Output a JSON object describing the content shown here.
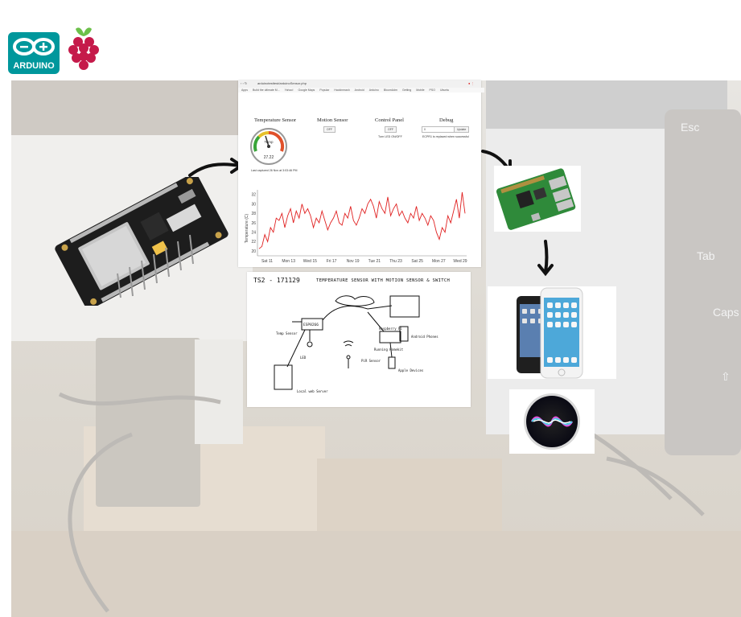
{
  "browser": {
    "url": "arduinotesttest/arduinoSensor.php",
    "bookmarks": [
      "Apps",
      "Build the ultimate M...",
      "Yahoo!",
      "Google Maps",
      "Popular",
      "Hackinmash",
      "Android",
      "Arduino",
      "BloomAdm",
      "Getting",
      "Mobile",
      "PSO",
      "Ubuntu"
    ]
  },
  "dashboard": {
    "temperature_title": "Temperature Sensor",
    "motion_title": "Motion Sensor",
    "control_title": "Control Panel",
    "debug_title": "Debug",
    "gauge_label": "Temp",
    "gauge_value": "27.22",
    "last_captured": "Last captured 26 Nov at 3:03:46 PM",
    "motion_value": "OFF",
    "control_button": "OFF",
    "control_caption": "Turn LED ON/OFF",
    "debug_input": "0",
    "debug_button": "Update",
    "debug_caption": "ECPR1 is replaced when successful"
  },
  "chart_data": {
    "type": "line",
    "ylabel": "Temperature (C)",
    "ylim": [
      19,
      33
    ],
    "yticks": [
      "32",
      "30",
      "28",
      "26",
      "24",
      "22",
      "20"
    ],
    "categories": [
      "Sat 11",
      "Mon 13",
      "Wed 15",
      "Fri 17",
      "Nov 19",
      "Tue 21",
      "Thu 23",
      "Sat 25",
      "Mon 27",
      "Wed 29"
    ],
    "series": [
      {
        "color": "#e02020",
        "values": [
          20.5,
          21.0,
          23.5,
          22.0,
          25.0,
          24.0,
          27.0,
          26.5,
          28.0,
          25.0,
          27.5,
          29.0,
          26.0,
          28.5,
          27.0,
          30.0,
          28.0,
          29.0,
          27.5,
          25.0,
          27.0,
          26.0,
          28.5,
          26.5,
          24.5,
          26.0,
          27.0,
          28.5,
          26.0,
          25.5,
          28.0,
          27.0,
          29.5,
          26.5,
          25.5,
          27.0,
          29.0,
          28.0,
          30.0,
          31.0,
          29.5,
          27.0,
          30.5,
          29.0,
          28.0,
          31.5,
          27.5,
          29.0,
          30.0,
          27.5,
          28.5,
          27.0,
          26.0,
          28.0,
          27.0,
          29.5,
          26.5,
          28.0,
          27.0,
          25.5,
          27.5,
          26.5,
          24.0,
          22.5,
          25.0,
          24.0,
          27.5,
          26.0,
          28.5,
          31.0,
          27.0,
          32.5,
          28.0
        ]
      }
    ]
  },
  "sketch": {
    "header_left": "TS2 - 171129",
    "header_title": "TEMPERATURE SENSOR WITH MOTION SENSOR & SWITCH",
    "labels": {
      "esp": "ESP8266",
      "temp_sensor": "Temp Sensor",
      "led": "LED",
      "pir": "PiR Sensor",
      "raspberry": "Raspberry Pi",
      "homebridge": "Running Homekit",
      "android": "Android Phones",
      "apple": "Apple Devices",
      "local_web": "Local web Server"
    }
  },
  "colors": {
    "arduino_teal": "#00979c",
    "raspberry_red": "#c51a4a",
    "leaf_green": "#6cc04a",
    "chart_red": "#e02020"
  },
  "icons": [
    "arduino-logo-icon",
    "raspberry-pi-logo-icon",
    "nodemcu-board-icon",
    "raspberry-pi-board-icon",
    "iphone-icon",
    "siri-icon"
  ]
}
